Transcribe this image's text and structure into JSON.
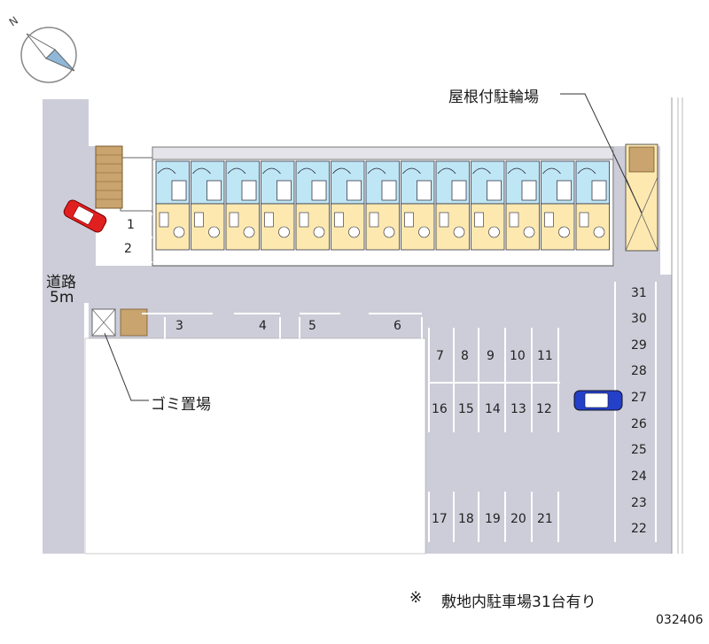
{
  "labels": {
    "road": "道路",
    "road_width": "5m",
    "bicycle_parking": "屋根付駐輪場",
    "garbage": "ゴミ置場",
    "note_mark": "※",
    "note_text": "敷地内駐車場31台有り",
    "property_code": "032406"
  },
  "parking_spots": [
    "1",
    "2",
    "3",
    "4",
    "5",
    "6",
    "7",
    "8",
    "9",
    "10",
    "11",
    "12",
    "13",
    "14",
    "15",
    "16",
    "17",
    "18",
    "19",
    "20",
    "21",
    "22",
    "23",
    "24",
    "25",
    "26",
    "27",
    "28",
    "29",
    "30",
    "31"
  ],
  "colors": {
    "lot": "#cdcdd9",
    "building_unit": "#fde9b0",
    "building_top": "#bfe6f4",
    "road": "#cdcdd9",
    "red_car": "#e0201f",
    "blue_car": "#2440c8"
  },
  "icons": [
    "compass-icon",
    "red-car-icon",
    "blue-car-icon"
  ]
}
